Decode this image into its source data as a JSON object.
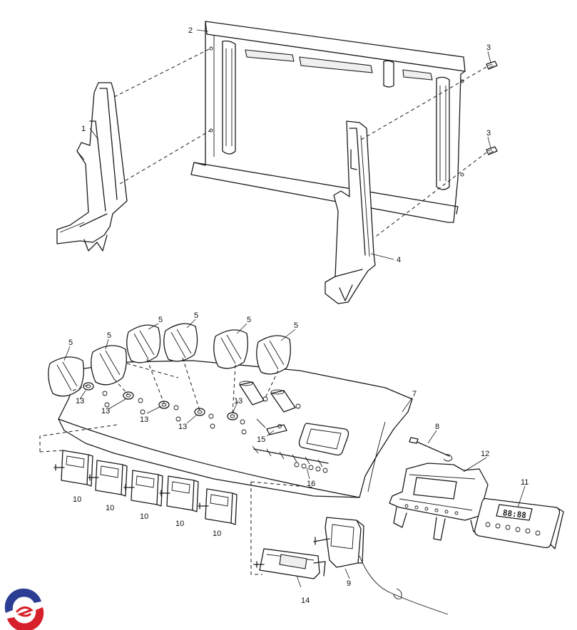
{
  "callouts": [
    {
      "id": "c1",
      "label": "1"
    },
    {
      "id": "c2",
      "label": "2"
    },
    {
      "id": "c3a",
      "label": "3"
    },
    {
      "id": "c3b",
      "label": "3"
    },
    {
      "id": "c4",
      "label": "4"
    },
    {
      "id": "c5a",
      "label": "5"
    },
    {
      "id": "c5b",
      "label": "5"
    },
    {
      "id": "c5c",
      "label": "5"
    },
    {
      "id": "c5d",
      "label": "5"
    },
    {
      "id": "c5e",
      "label": "5"
    },
    {
      "id": "c5f",
      "label": "5"
    },
    {
      "id": "c7",
      "label": "7"
    },
    {
      "id": "c8",
      "label": "8"
    },
    {
      "id": "c9",
      "label": "9"
    },
    {
      "id": "c10a",
      "label": "10"
    },
    {
      "id": "c10b",
      "label": "10"
    },
    {
      "id": "c10c",
      "label": "10"
    },
    {
      "id": "c10d",
      "label": "10"
    },
    {
      "id": "c10e",
      "label": "10"
    },
    {
      "id": "c11",
      "label": "11"
    },
    {
      "id": "c12",
      "label": "12"
    },
    {
      "id": "c13a",
      "label": "13"
    },
    {
      "id": "c13b",
      "label": "13"
    },
    {
      "id": "c13c",
      "label": "13"
    },
    {
      "id": "c13d",
      "label": "13"
    },
    {
      "id": "c13e",
      "label": "13"
    },
    {
      "id": "c14",
      "label": "14"
    },
    {
      "id": "c15",
      "label": "15"
    },
    {
      "id": "c16",
      "label": "16"
    }
  ],
  "timer_display": "88:88",
  "colors": {
    "line": "#1a1a1a",
    "logo_blue": "#2c3e94",
    "logo_red": "#d6202a"
  }
}
